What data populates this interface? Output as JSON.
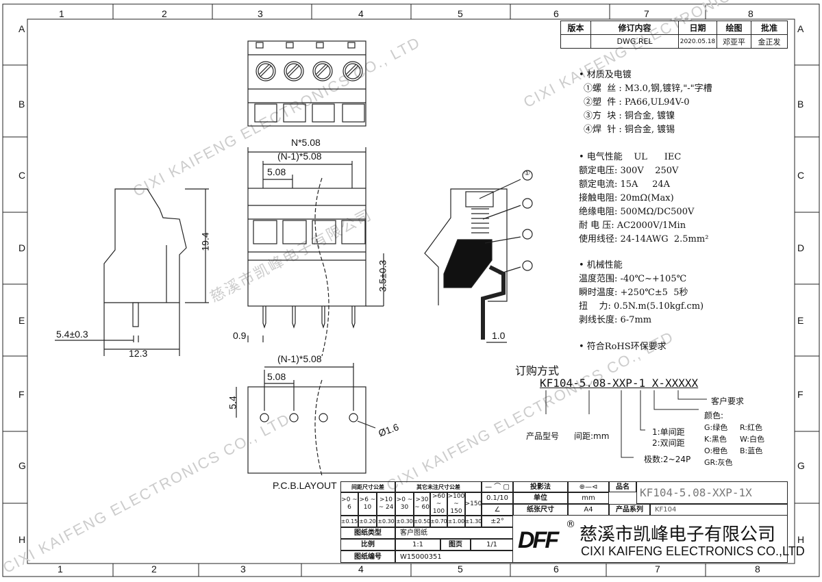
{
  "grid": {
    "cols": [
      "1",
      "2",
      "3",
      "4",
      "5",
      "6",
      "7",
      "8"
    ],
    "rows": [
      "A",
      "B",
      "C",
      "D",
      "E",
      "F",
      "G",
      "H"
    ]
  },
  "revision": {
    "headers": [
      "版本",
      "修订内容",
      "日期",
      "绘图",
      "批准"
    ],
    "row": [
      "",
      "DWG.REL",
      "2020.05.18",
      "邓亚平",
      "金正发"
    ]
  },
  "specs": {
    "material_title": "• 材质及电镀",
    "material": [
      "①螺  丝 : M3.0,钢,镀锌,\"-\"字槽",
      "②塑  件 : PA66,UL94V-0",
      "③方  块 : 铜合金, 镀镍",
      "④焊  针 : 铜合金, 镀锡"
    ],
    "electrical_title": "• 电气性能    UL      IEC",
    "electrical": [
      "额定电压: 300V    250V",
      "额定电流: 15A     24A",
      "接触电阻: 20mΩ(Max)",
      "绝缘电阻: 500MΩ/DC500V",
      "耐 电 压: AC2000V/1Min",
      "使用线径: 24-14AWG  2.5mm²"
    ],
    "mechanical_title": "• 机械性能",
    "mechanical": [
      "温度范围: -40℃~+105℃",
      "瞬时温度: +250℃±5  5秒",
      "扭    力: 0.5N.m(5.10kgf.cm)",
      "剥线长度: 6-7mm"
    ],
    "rohs": "• 符合RoHS环保要求"
  },
  "ordering": {
    "title": "订购方式",
    "code": "KF104-5.08-XXP-1 X-XXXXX",
    "product": "产品型号",
    "pitch": "间距:mm",
    "pitch_type": [
      "1:单间距",
      "2:双间距"
    ],
    "poles": "极数:2~24P",
    "color_title": "颜色:",
    "colors": [
      "G:绿色",
      "R:红色",
      "K:黑色",
      "W:白色",
      "O:橙色",
      "B:蓝色",
      "GR:灰色"
    ],
    "customer": "客户要求"
  },
  "dims": {
    "n508": "N*5.08",
    "n1508": "(N-1)*5.08",
    "p508": "5.08",
    "h194": "19.4",
    "h35": "3.5±0.3",
    "w54": "5.4±0.3",
    "w123": "12.3",
    "w09": "0.9",
    "w10": "1.0",
    "h54": "5.4",
    "dia": "Ø1.6",
    "pcb": "P.C.B.LAYOUT",
    "callouts": [
      "①",
      "②",
      "③",
      "④"
    ]
  },
  "title_block": {
    "tol_head1": "间距尺寸公差",
    "tol_head2": "其它未注尺寸公差",
    "ranges": [
      ">0 ~ 6",
      ">6 ~ 10",
      ">10 ~ 24",
      ">0 ~ 30",
      ">30 ~ 60",
      ">60 ~ 100",
      ">100 ~ 150",
      ">150"
    ],
    "tols": [
      "±0.15",
      "±0.20",
      "±0.30",
      "±0.30",
      "±0.50",
      "±0.70",
      "±1.00",
      "±1.30"
    ],
    "flat": "0.1/10",
    "angle": "∠",
    "angle_tol": "±2°",
    "drawing_type_label": "图纸类型",
    "drawing_type": "客户图纸",
    "scale_label": "比例",
    "scale": "1:1",
    "page_label": "图页",
    "page": "1/1",
    "number_label": "图纸编号",
    "number": "W15000351",
    "projection_label": "投影法",
    "unit_label": "单位",
    "unit": "mm",
    "paper_label": "纸张尺寸",
    "paper": "A4",
    "name_label": "品名",
    "name": "KF104-5.08-XXP-1X",
    "series_label": "产品系列",
    "series": "KF104",
    "logo": "DFF",
    "company_cn": "慈溪市凯峰电子有限公司",
    "company_en": "CIXI KAIFENG ELECTRONICS CO.,LTD",
    "reg": "®"
  },
  "watermark": [
    "CIXI KAIFENG ELECTRONICS CO., LTD",
    "慈溪市凯峰电子有限公司"
  ]
}
